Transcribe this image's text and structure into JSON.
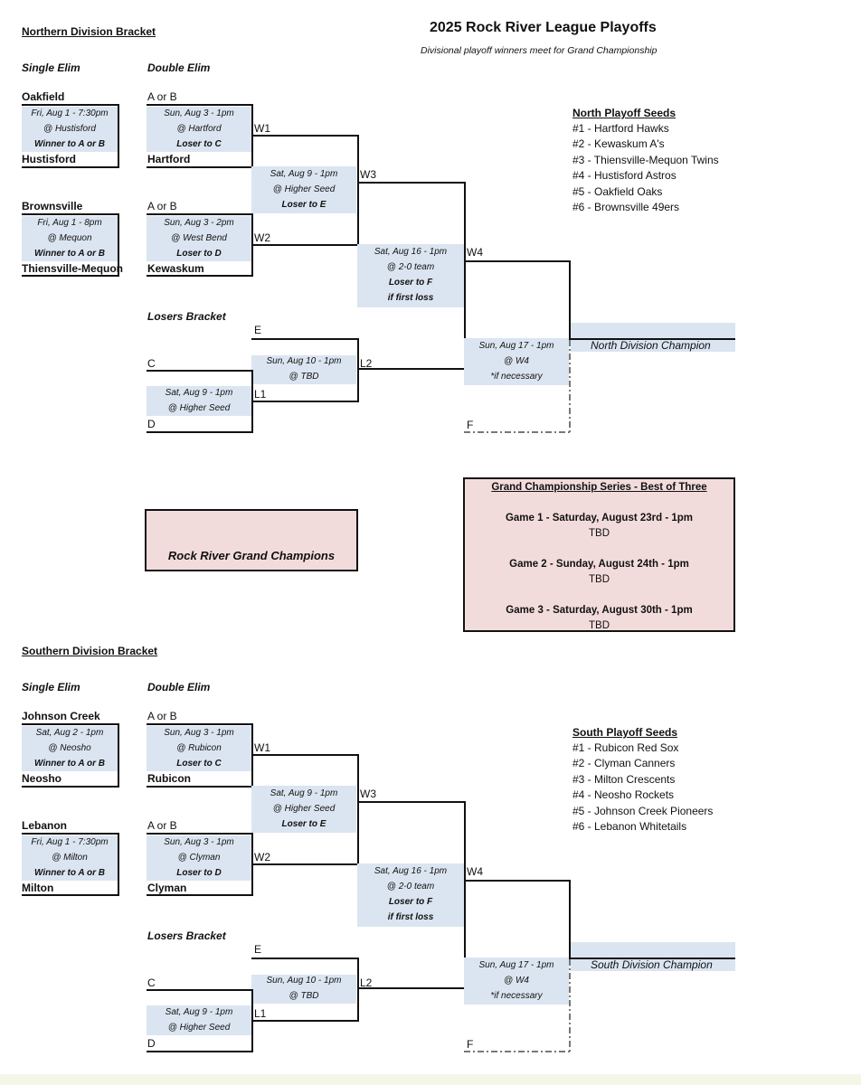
{
  "title": "2025 Rock River League Playoffs",
  "subtitle": "Divisional playoff winners meet for Grand Championship",
  "north": {
    "heading": "Northern Division Bracket",
    "single_elim": "Single Elim",
    "double_elim": "Double Elim",
    "losers_bracket": "Losers Bracket",
    "se1_top": "Oakfield",
    "se1_game": [
      "Fri, Aug 1 - 7:30pm",
      "@ Hustisford",
      "Winner to A or B"
    ],
    "se1_bottom": "Hustisford",
    "se2_top": "Brownsville",
    "se2_game": [
      "Fri, Aug 1 - 8pm",
      "@ Mequon",
      "Winner to A or B"
    ],
    "se2_bottom": "Thiensville-Mequon",
    "w1_top": "A or B",
    "w1_game": [
      "Sun, Aug 3 - 1pm",
      "@ Hartford",
      "Loser to C"
    ],
    "w1_bottom": "Hartford",
    "w2_top": "A or B",
    "w2_game": [
      "Sun, Aug 3 - 2pm",
      "@ West Bend",
      "Loser to D"
    ],
    "w2_bottom": "Kewaskum",
    "w3_game": [
      "Sat, Aug 9 - 1pm",
      "@ Higher Seed",
      "Loser to E"
    ],
    "w4_game": [
      "Sat, Aug 16 - 1pm",
      "@ 2-0 team",
      "Loser to F",
      "if first loss"
    ],
    "final_game": [
      "Sun, Aug 17 - 1pm",
      "@ W4",
      "*if necessary"
    ],
    "l1_game": [
      "Sat, Aug 9 - 1pm",
      "@ Higher Seed"
    ],
    "l2_game": [
      "Sun, Aug 10 - 1pm",
      "@ TBD"
    ],
    "labels": {
      "w1": "W1",
      "w2": "W2",
      "w3": "W3",
      "w4": "W4",
      "l1": "L1",
      "l2": "L2",
      "c": "C",
      "d": "D",
      "e": "E",
      "f": "F"
    },
    "champion": "North Division Champion",
    "seeds_title": "North Playoff Seeds",
    "seeds": [
      "#1 - Hartford Hawks",
      "#2 - Kewaskum A's",
      "#3 - Thiensville-Mequon Twins",
      "#4 - Hustisford Astros",
      "#5 - Oakfield Oaks",
      "#6 - Brownsville 49ers"
    ]
  },
  "south": {
    "heading": "Southern Division Bracket",
    "single_elim": "Single Elim",
    "double_elim": "Double Elim",
    "losers_bracket": "Losers Bracket",
    "se1_top": "Johnson Creek",
    "se1_game": [
      "Sat, Aug 2 - 1pm",
      "@ Neosho",
      "Winner to A or B"
    ],
    "se1_bottom": "Neosho",
    "se2_top": "Lebanon",
    "se2_game": [
      "Fri, Aug 1 - 7:30pm",
      "@ Milton",
      "Winner to A or B"
    ],
    "se2_bottom": "Milton",
    "w1_top": "A or B",
    "w1_game": [
      "Sun, Aug 3 - 1pm",
      "@ Rubicon",
      "Loser to C"
    ],
    "w1_bottom": "Rubicon",
    "w2_top": "A or B",
    "w2_game": [
      "Sun, Aug 3 - 1pm",
      "@ Clyman",
      "Loser to D"
    ],
    "w2_bottom": "Clyman",
    "w3_game": [
      "Sat, Aug 9 - 1pm",
      "@ Higher Seed",
      "Loser to E"
    ],
    "w4_game": [
      "Sat, Aug 16 - 1pm",
      "@ 2-0 team",
      "Loser to F",
      "if first loss"
    ],
    "final_game": [
      "Sun, Aug 17 - 1pm",
      "@ W4",
      "*if necessary"
    ],
    "l1_game": [
      "Sat, Aug 9 - 1pm",
      "@ Higher Seed"
    ],
    "l2_game": [
      "Sun, Aug 10 - 1pm",
      "@ TBD"
    ],
    "labels": {
      "w1": "W1",
      "w2": "W2",
      "w3": "W3",
      "w4": "W4",
      "l1": "L1",
      "l2": "L2",
      "c": "C",
      "d": "D",
      "e": "E",
      "f": "F"
    },
    "champion": "South Division Champion",
    "seeds_title": "South Playoff Seeds",
    "seeds": [
      "#1 - Rubicon Red Sox",
      "#2 - Clyman Canners",
      "#3 - Milton Crescents",
      "#4 - Neosho Rockets",
      "#5 - Johnson Creek Pioneers",
      "#6 - Lebanon Whitetails"
    ]
  },
  "grand": {
    "champions_label": "Rock River Grand Champions",
    "series_title": "Grand Championship Series - Best of Three",
    "game1": "Game 1 - Saturday, August 23rd - 1pm",
    "game1_loc": "TBD",
    "game2": "Game 2 - Sunday, August 24th - 1pm",
    "game2_loc": "TBD",
    "game3": "Game 3 - Saturday, August 30th - 1pm",
    "game3_loc": "TBD"
  },
  "colors": {
    "game_box": "#dbe5f1",
    "grand_box": "#f2dcdb",
    "line": "#111111"
  }
}
